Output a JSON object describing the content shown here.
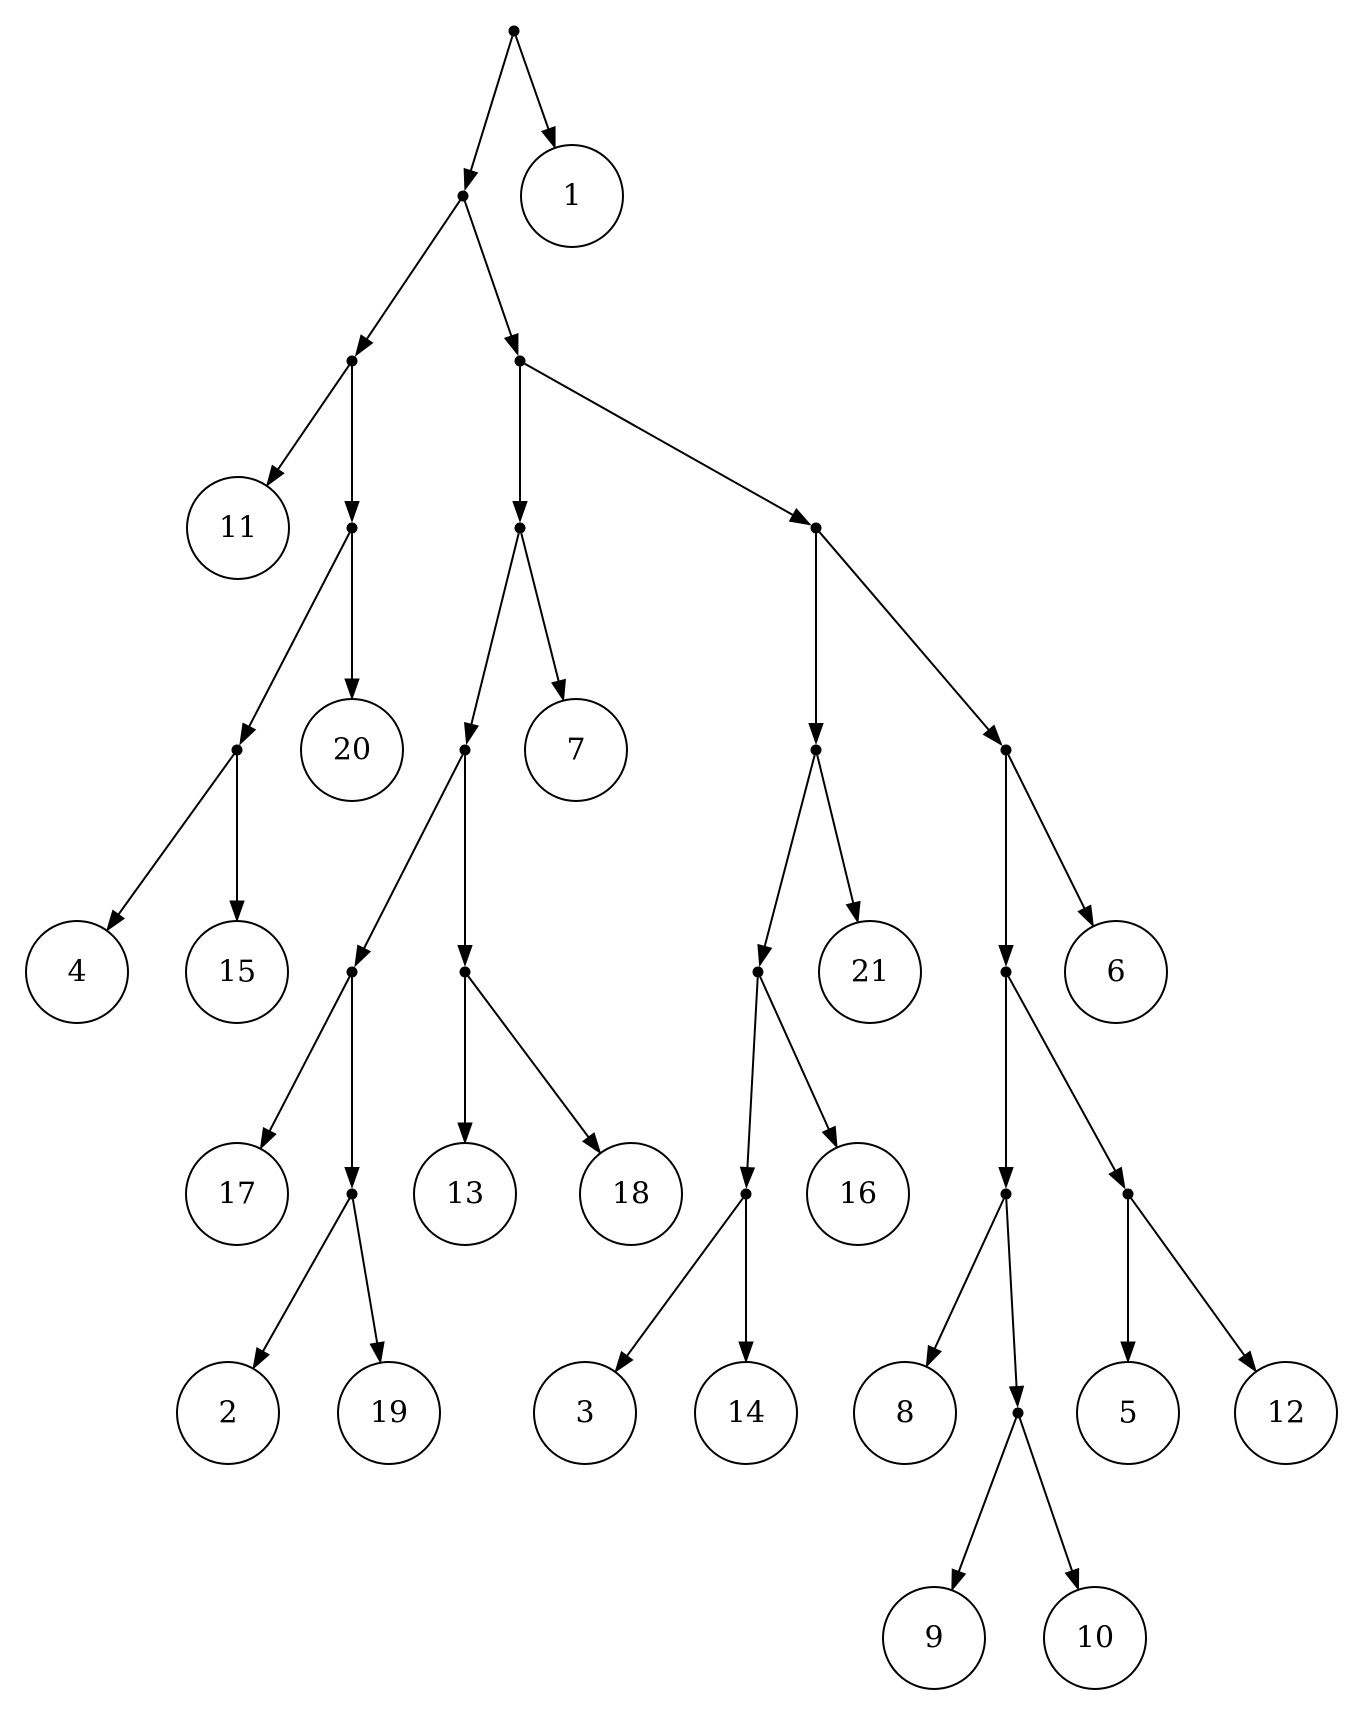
{
  "tree": {
    "children": [
      {
        "children": [
          {
            "children": [
              {
                "label": "11"
              },
              {
                "children": [
                  {
                    "children": [
                      {
                        "label": "4"
                      },
                      {
                        "label": "15"
                      }
                    ]
                  },
                  {
                    "label": "20"
                  }
                ]
              }
            ]
          },
          {
            "children": [
              {
                "children": [
                  {
                    "children": [
                      {
                        "children": [
                          {
                            "label": "17"
                          },
                          {
                            "children": [
                              {
                                "label": "2"
                              },
                              {
                                "label": "19"
                              }
                            ]
                          }
                        ]
                      },
                      {
                        "children": [
                          {
                            "label": "13"
                          },
                          {
                            "label": "18"
                          }
                        ]
                      }
                    ]
                  },
                  {
                    "label": "7"
                  }
                ]
              },
              {
                "children": [
                  {
                    "children": [
                      {
                        "children": [
                          {
                            "children": [
                              {
                                "label": "3"
                              },
                              {
                                "label": "14"
                              }
                            ]
                          },
                          {
                            "label": "16"
                          }
                        ]
                      },
                      {
                        "label": "21"
                      }
                    ]
                  },
                  {
                    "children": [
                      {
                        "children": [
                          {
                            "children": [
                              {
                                "label": "8"
                              },
                              {
                                "children": [
                                  {
                                    "label": "9"
                                  },
                                  {
                                    "label": "10"
                                  }
                                ]
                              }
                            ]
                          },
                          {
                            "children": [
                              {
                                "label": "5"
                              },
                              {
                                "label": "12"
                              }
                            ]
                          }
                        ]
                      },
                      {
                        "label": "6"
                      }
                    ]
                  }
                ]
              }
            ]
          }
        ]
      },
      {
        "label": "1"
      }
    ]
  }
}
